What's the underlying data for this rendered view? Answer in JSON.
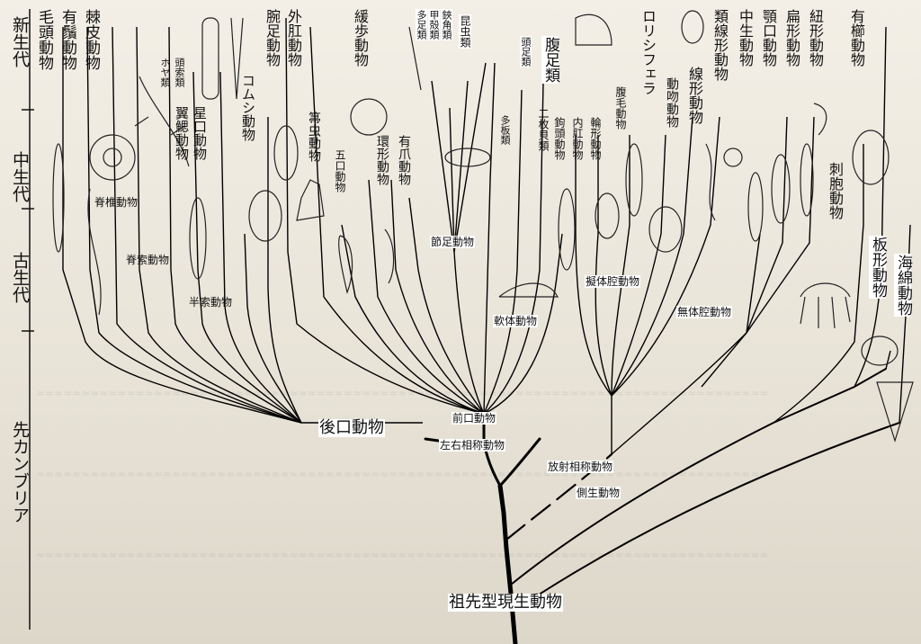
{
  "eras": {
    "cenozoic": "新生代",
    "mesozoic": "中生代",
    "paleozoic": "古生代",
    "precambrian": "先カンブリア"
  },
  "phyla_top": [
    {
      "id": "chaetognatha",
      "text": "毛頭動物"
    },
    {
      "id": "pogonophora",
      "text": "有鬚動物"
    },
    {
      "id": "echinodermata",
      "text": "棘皮動物"
    },
    {
      "id": "ascidians",
      "text": "ホヤ類"
    },
    {
      "id": "cephalochordata",
      "text": "頭索類"
    },
    {
      "id": "pterobranchia",
      "text": "翼鰓動物"
    },
    {
      "id": "phoronida",
      "text": "星口動物"
    },
    {
      "id": "bryozoa",
      "text": "コムシ動物"
    },
    {
      "id": "brachiopoda",
      "text": "腕足動物"
    },
    {
      "id": "ectoprocta",
      "text": "外肛動物"
    },
    {
      "id": "priapulida",
      "text": "箒虫動物"
    },
    {
      "id": "pentastomida",
      "text": "五口動物"
    },
    {
      "id": "tardigrada",
      "text": "緩歩動物"
    },
    {
      "id": "annelida",
      "text": "環形動物"
    },
    {
      "id": "onychophora",
      "text": "有爪動物"
    },
    {
      "id": "myriapoda",
      "text": "多足類"
    },
    {
      "id": "crustacea",
      "text": "甲殻類"
    },
    {
      "id": "chelicerata",
      "text": "鋏角類"
    },
    {
      "id": "insecta",
      "text": "昆虫類"
    },
    {
      "id": "polyplacophora",
      "text": "多板類"
    },
    {
      "id": "cephalopoda",
      "text": "頭足類"
    },
    {
      "id": "gastropoda",
      "text": "腹足類"
    },
    {
      "id": "bivalvia",
      "text": "二枚貝類"
    },
    {
      "id": "acanthocephala",
      "text": "鉤頭動物"
    },
    {
      "id": "entoprocta",
      "text": "内肛動物"
    },
    {
      "id": "rotifera",
      "text": "輪形動物"
    },
    {
      "id": "gastrotricha",
      "text": "腹毛動物"
    },
    {
      "id": "loricifera",
      "text": "ロリシフェラ"
    },
    {
      "id": "kinorhyncha",
      "text": "動吻動物"
    },
    {
      "id": "nematomorpha",
      "text": "線形動物"
    },
    {
      "id": "nematoda",
      "text": "類線形動物"
    },
    {
      "id": "mesozoa",
      "text": "中生動物"
    },
    {
      "id": "gnathostomulida",
      "text": "顎口動物"
    },
    {
      "id": "platyhelminthes",
      "text": "扁形動物"
    },
    {
      "id": "nemertea",
      "text": "紐形動物"
    },
    {
      "id": "ctenophora",
      "text": "有櫛動物"
    },
    {
      "id": "cnidaria",
      "text": "刺胞動物"
    },
    {
      "id": "placozoa",
      "text": "板形動物"
    },
    {
      "id": "porifera",
      "text": "海綿動物"
    }
  ],
  "groups": {
    "vertebrata": "脊椎動物",
    "chordata": "脊索動物",
    "hemichordata": "半索動物",
    "arthropoda": "節足動物",
    "mollusca": "軟体動物",
    "pseudocoelomata": "擬体腔動物",
    "acoelomata": "無体腔動物",
    "deuterostomia": "後口動物",
    "protostomia": "前口動物",
    "bilateria": "左右相称動物",
    "radiata": "放射相称動物",
    "parazoa": "側生動物",
    "ancestor": "祖先型現生動物"
  }
}
